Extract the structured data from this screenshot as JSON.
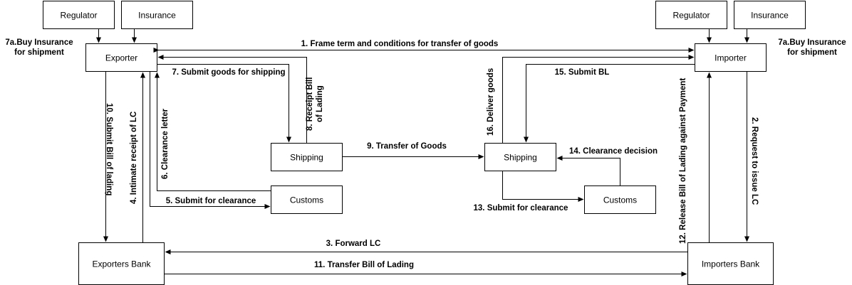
{
  "nodes": {
    "regulator_left": "Regulator",
    "insurance_left": "Insurance",
    "exporter": "Exporter",
    "regulator_right": "Regulator",
    "insurance_right": "Insurance",
    "importer": "Importer",
    "shipping_left": "Shipping",
    "shipping_right": "Shipping",
    "customs_left": "Customs",
    "customs_right": "Customs",
    "exporters_bank": "Exporters Bank",
    "importers_bank": "Importers Bank"
  },
  "edges": {
    "buy_insurance_left_1": "7a.Buy Insurance",
    "buy_insurance_left_2": "for shipment",
    "buy_insurance_right_1": "7a.Buy Insurance",
    "buy_insurance_right_2": "for shipment",
    "frame_terms": "1. Frame term and conditions for transfer of goods",
    "submit_goods": "7. Submit goods for shipping",
    "receipt_bl_1": "8. Receipt Bill",
    "receipt_bl_2": "of Lading",
    "submit_bl_exporter": "10. Submit Bill of lading",
    "intimate_lc": "4. Intimate receipt of LC",
    "clearance_letter": "6. Clearance letter",
    "submit_clearance_left": "5. Submit for clearance",
    "transfer_goods": "9. Transfer of Goods",
    "deliver_goods": "16. Deliver goods",
    "submit_bl_importer": "15. Submit BL",
    "clearance_decision": "14. Clearance decision",
    "submit_clearance_right": "13. Submit for clearance",
    "release_bl": "12. Release Bill of Lading against Payment",
    "request_lc": "2. Request to issue LC",
    "forward_lc": "3. Forward LC",
    "transfer_bl": "11. Transfer Bill of Lading"
  }
}
